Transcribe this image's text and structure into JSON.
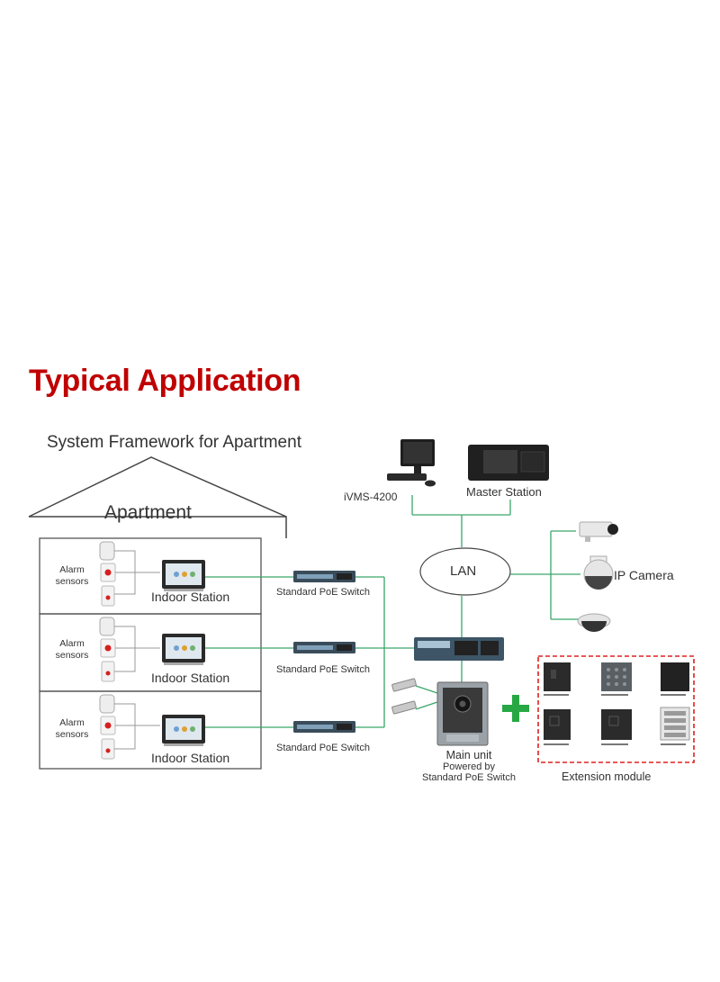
{
  "header": {
    "title": "Typical Application"
  },
  "diagram": {
    "subtitle": "System Framework for Apartment",
    "apartment_label": "Apartment",
    "floors": [
      {
        "alarm_label": "Alarm\nsensors",
        "indoor_label": "Indoor Station",
        "switch_label": "Standard PoE Switch"
      },
      {
        "alarm_label": "Alarm\nsensors",
        "indoor_label": "Indoor Station",
        "switch_label": "Standard PoE Switch"
      },
      {
        "alarm_label": "Alarm\nsensors",
        "indoor_label": "Indoor Station",
        "switch_label": "Standard PoE Switch"
      }
    ],
    "ivms_label": "iVMS-4200",
    "master_station_label": "Master Station",
    "lan_label": "LAN",
    "ip_camera_label": "IP Camera",
    "main_unit_label": "Main unit",
    "powered_by_label": "Powered by",
    "powered_switch_label": "Standard PoE Switch",
    "extension_module_label": "Extension module",
    "colors": {
      "title": "#c00000",
      "connection_line": "#3aa66b",
      "extension_border": "#e02020",
      "plus": "#27a844"
    }
  }
}
